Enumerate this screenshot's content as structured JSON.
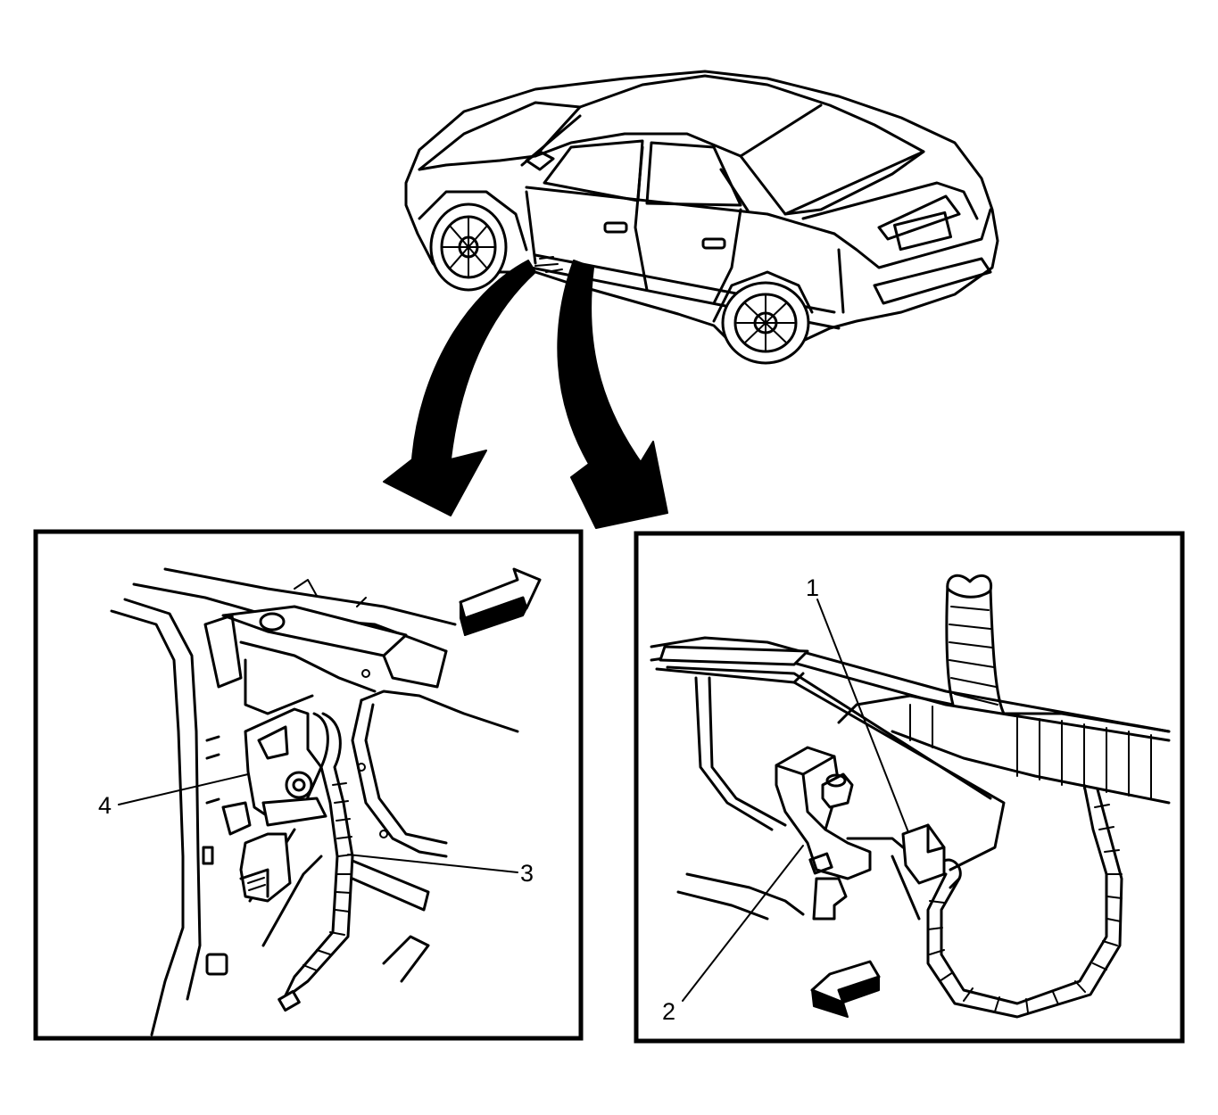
{
  "callouts": [
    {
      "id": "1",
      "label": "1"
    },
    {
      "id": "2",
      "label": "2"
    },
    {
      "id": "3",
      "label": "3"
    },
    {
      "id": "4",
      "label": "4"
    }
  ],
  "icons": {
    "vehicle": "sedan-rear-three-quarter-icon",
    "left_view": "rear-pillar-sensor-mount-icon",
    "right_view": "sensor-connector-harness-icon",
    "direction_arrows": "forward-direction-arrow-icon"
  },
  "colors": {
    "line": "#000000",
    "background": "#ffffff"
  }
}
